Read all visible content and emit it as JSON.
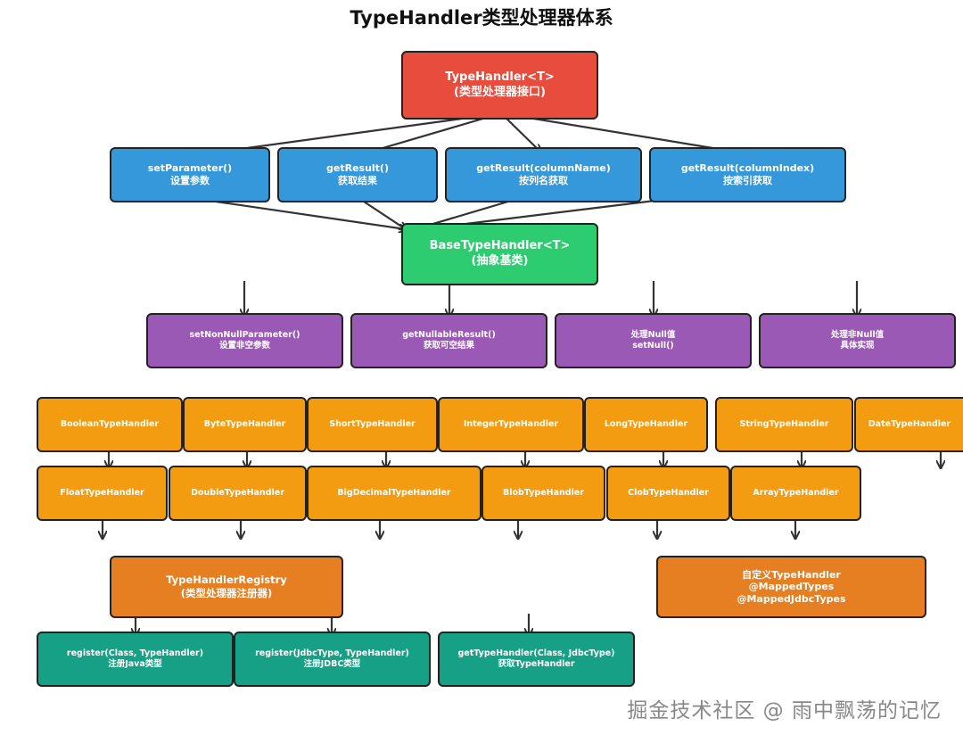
{
  "title": "TypeHandler类型处理器体系",
  "watermark": "掘金技术社区 @ 雨中飘荡的记忆",
  "colors": {
    "interface": "#e74c3c",
    "method": "#3498db",
    "base": "#2ecc71",
    "base_method": "#9b59b6",
    "impl": "#f39c12",
    "registry": "#e67e22",
    "registry_method": "#16a085"
  },
  "nodes": {
    "typehandler": {
      "line1": "TypeHandler<T>",
      "line2": "(类型处理器接口)"
    },
    "set_parameter": {
      "line1": "setParameter()",
      "line2": "设置参数"
    },
    "get_result": {
      "line1": "getResult()",
      "line2": "获取结果"
    },
    "get_result_column_name": {
      "line1": "getResult(columnName)",
      "line2": "按列名获取"
    },
    "get_result_column_index": {
      "line1": "getResult(columnIndex)",
      "line2": "按索引获取"
    },
    "base_typehandler": {
      "line1": "BaseTypeHandler<T>",
      "line2": "(抽象基类)"
    },
    "set_non_null_parameter": {
      "line1": "setNonNullParameter()",
      "line2": "设置非空参数"
    },
    "get_nullable_result": {
      "line1": "getNullableResult()",
      "line2": "获取可空结果"
    },
    "handle_null": {
      "line1": "处理Null值",
      "line2": "setNull()"
    },
    "handle_non_null": {
      "line1": "处理非Null值",
      "line2": "具体实现"
    },
    "boolean_th": {
      "line1": "BooleanTypeHandler"
    },
    "byte_th": {
      "line1": "ByteTypeHandler"
    },
    "short_th": {
      "line1": "ShortTypeHandler"
    },
    "integer_th": {
      "line1": "IntegerTypeHandler"
    },
    "long_th": {
      "line1": "LongTypeHandler"
    },
    "string_th": {
      "line1": "StringTypeHandler"
    },
    "date_th": {
      "line1": "DateTypeHandler"
    },
    "float_th": {
      "line1": "FloatTypeHandler"
    },
    "double_th": {
      "line1": "DoubleTypeHandler"
    },
    "bigdecimal_th": {
      "line1": "BigDecimalTypeHandler"
    },
    "blob_th": {
      "line1": "BlobTypeHandler"
    },
    "clob_th": {
      "line1": "ClobTypeHandler"
    },
    "array_th": {
      "line1": "ArrayTypeHandler"
    },
    "registry": {
      "line1": "TypeHandlerRegistry",
      "line2": "(类型处理器注册器)"
    },
    "custom": {
      "line1": "自定义TypeHandler",
      "line2": "@MappedTypes",
      "line3": "@MappedJdbcTypes"
    },
    "register_class": {
      "line1": "register(Class, TypeHandler)",
      "line2": "注册Java类型"
    },
    "register_jdbc": {
      "line1": "register(JdbcType, TypeHandler)",
      "line2": "注册JDBC类型"
    },
    "get_typehandler": {
      "line1": "getTypeHandler(Class, JdbcType)",
      "line2": "获取TypeHandler"
    }
  }
}
